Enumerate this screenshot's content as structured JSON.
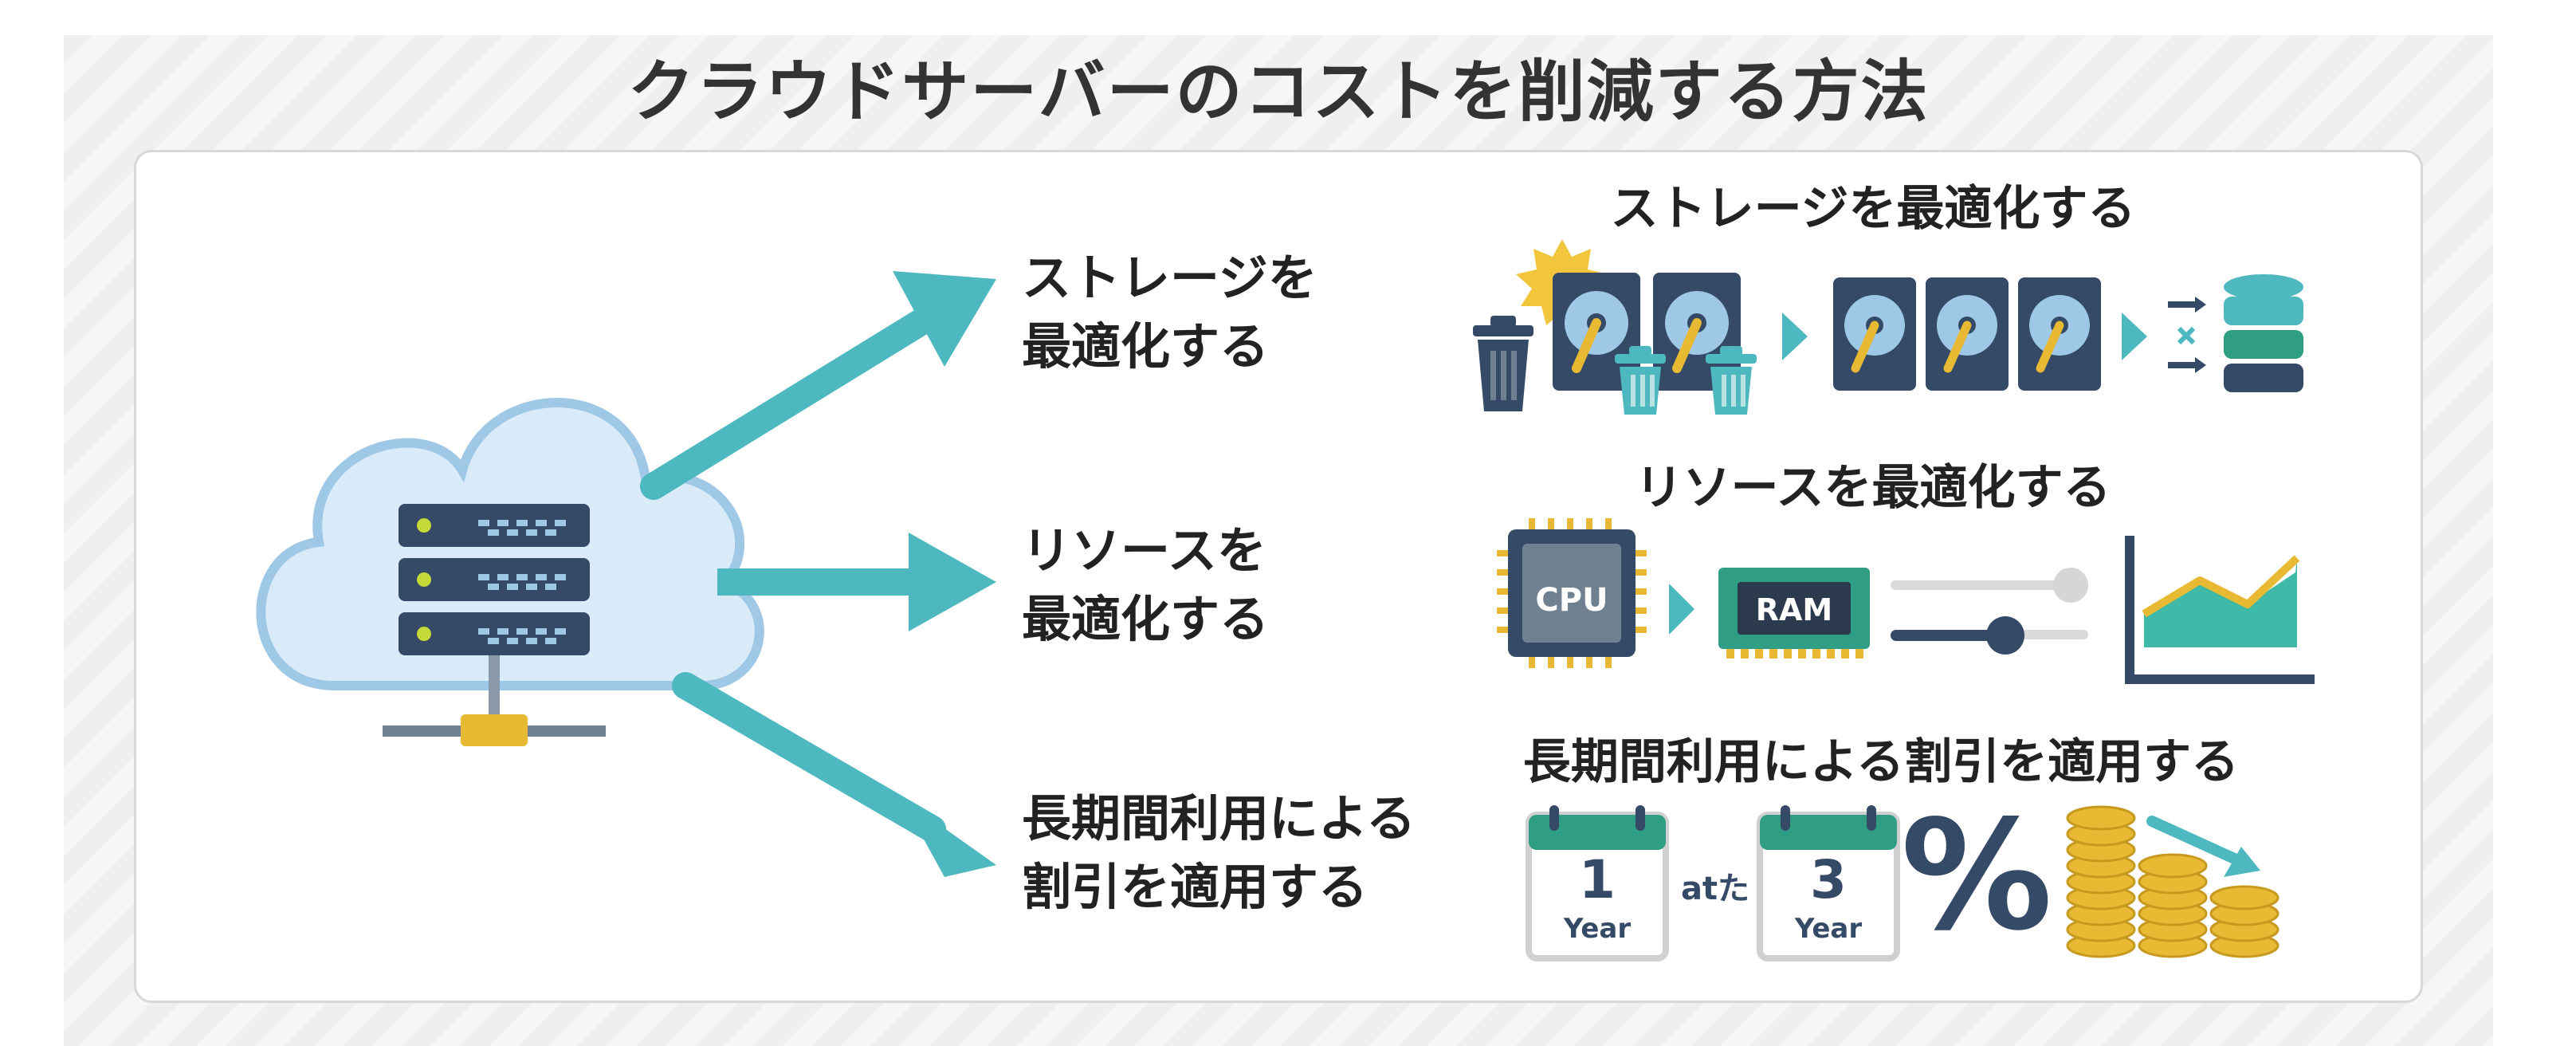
{
  "title": "クラウドサーバーのコストを削減する方法",
  "branches": [
    {
      "line1": "ストレージを",
      "line2": "最適化する"
    },
    {
      "line1": "リソースを",
      "line2": "最適化する"
    },
    {
      "line1": "長期間利用による",
      "line2": "割引を適用する"
    }
  ],
  "sections": {
    "storage": {
      "title": "ストレージを最適化する"
    },
    "resources": {
      "title": "リソースを最適化する",
      "cpu_label": "CPU",
      "ram_label": "RAM"
    },
    "discount": {
      "title": "長期間利用による割引を適用する",
      "calendar1": {
        "number": "1",
        "unit": "Year"
      },
      "connector": "atた",
      "calendar2": {
        "number": "3",
        "unit": "Year"
      },
      "percent": "%"
    }
  },
  "colors": {
    "accent_teal": "#4db8bf",
    "cloud_fill": "#d9ebf8",
    "cloud_stroke": "#9fc7e6",
    "server_navy": "#354a66",
    "gold": "#e8b932",
    "green": "#2f9e84"
  },
  "icons": [
    "cloud-server-icon",
    "trash-icon",
    "hard-drive-icon",
    "database-icon",
    "cpu-icon",
    "ram-icon",
    "slider-icon",
    "area-chart-icon",
    "calendar-icon",
    "percent-icon",
    "coins-icon"
  ]
}
